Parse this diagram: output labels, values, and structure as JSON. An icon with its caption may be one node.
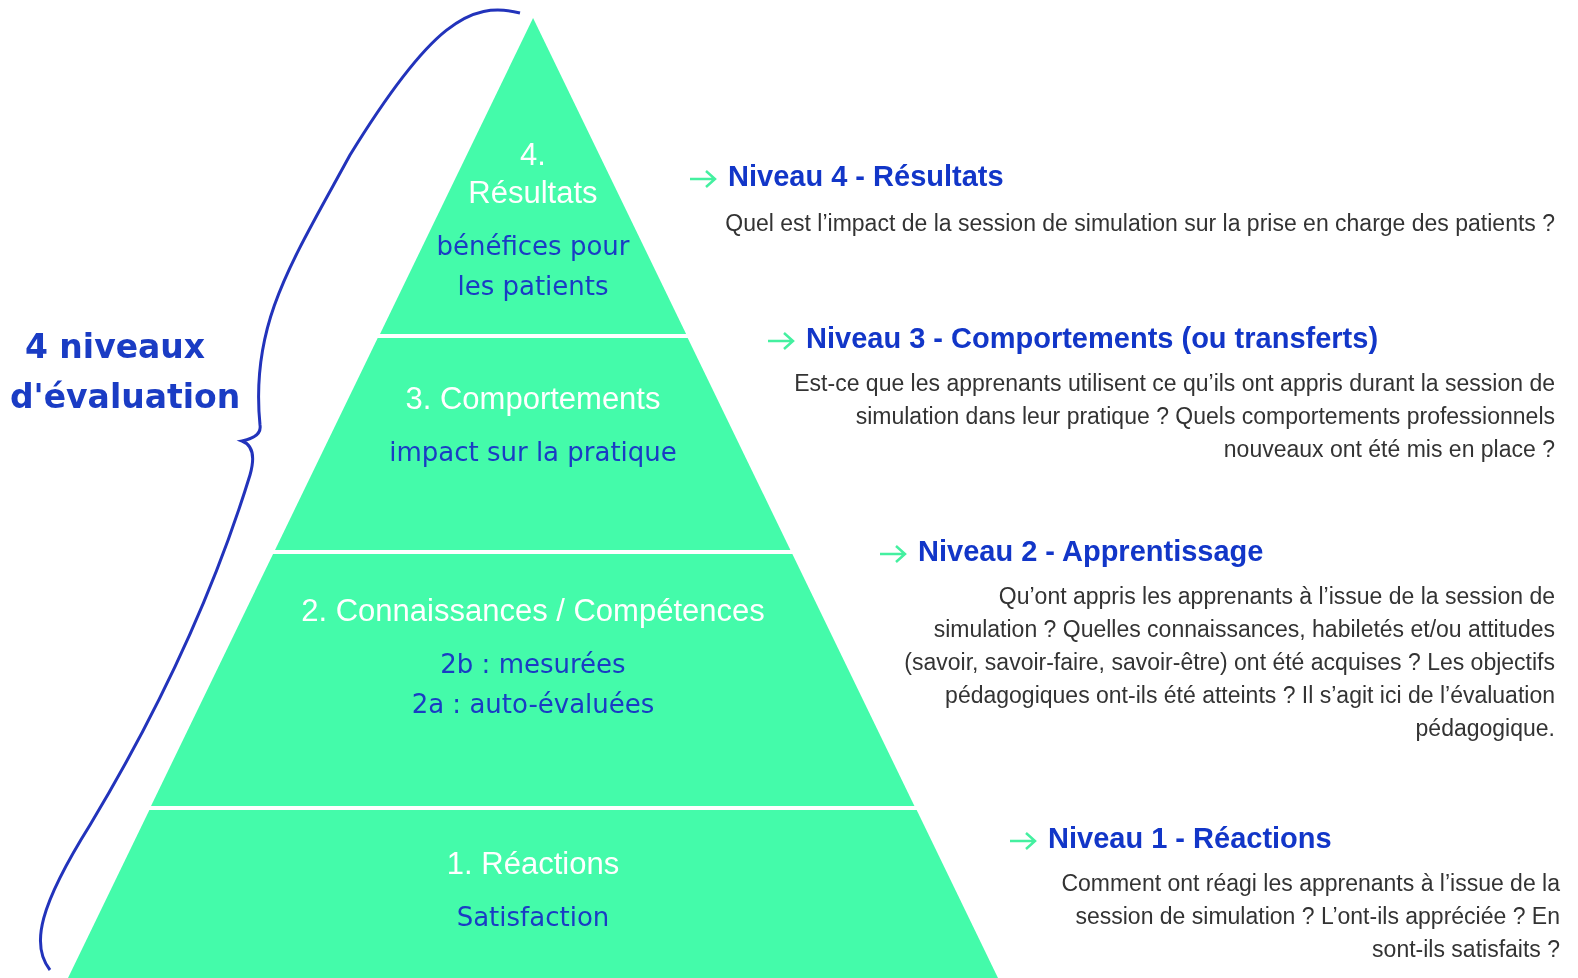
{
  "diagram": {
    "nodes": [
      {
        "text": [
          "4. Résultats",
          "bénéfices pour les patients"
        ],
        "beside": [
          "Niveau 4 - Résultats",
          "Quel est l’impact de la session de simulation sur la prise en charge des patients ?"
        ]
      },
      {
        "text": [
          "3. Comportements",
          "impact sur la pratique"
        ],
        "beside": [
          "Niveau 3 - Comportements (ou transferts)",
          "Est-ce que les apprenants utilisent ce qu’ils ont appris durant la session de simulation dans leur pratique ? Quels comportements professionnels nouveaux ont été mis en place ?"
        ]
      },
      {
        "text": [
          "2. Connaissances / Compétences",
          "2b : mesurées",
          "2a : auto-évaluées"
        ],
        "beside": [
          "Niveau 2 - Apprentissage",
          "Qu’ont appris les apprenants à l’issue de la session de simulation ? Quelles connaissances, habiletés et/ou attitudes (savoir, savoir-faire, savoir-être) ont été acquises ? Les objectifs pédagogiques ont-ils été atteints ? Il s’agit ici de l’évaluation pédagogique."
        ]
      },
      {
        "text": [
          "1. Réactions",
          "Satisfaction"
        ],
        "beside": [
          "Niveau 1 - Réactions",
          "Comment ont réagi les apprenants à l’issue de la session de simulation ? L’ont-ils appréciée ? En sont-ils satisfaits ?"
        ]
      }
    ],
    "labels": [
      "4 niveaux d'évaluation"
    ]
  }
}
